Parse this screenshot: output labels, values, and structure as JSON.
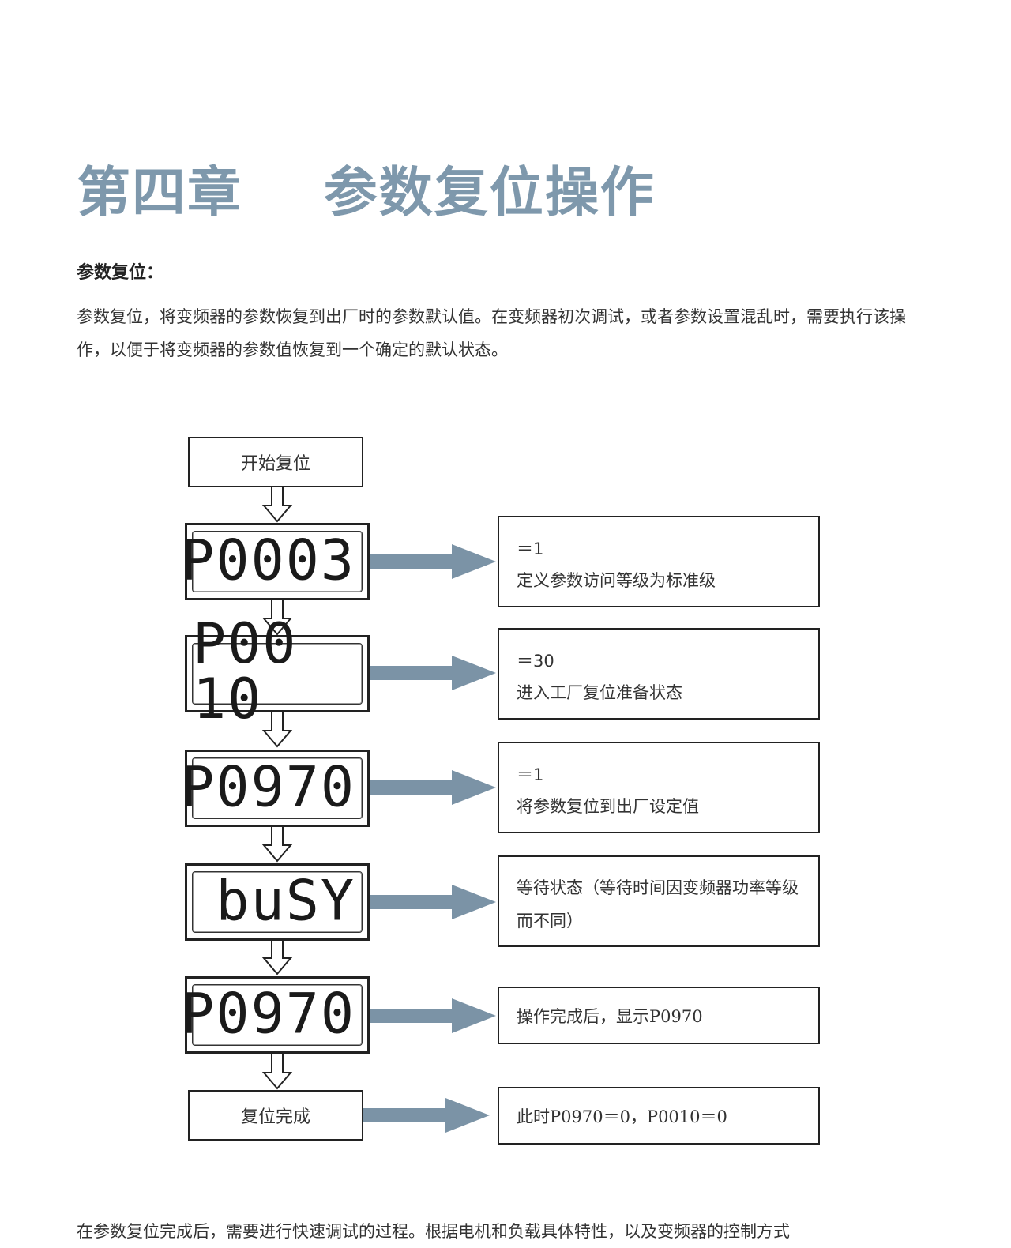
{
  "chapter_title": "第四章    参数复位操作",
  "section_heading": "参数复位：",
  "intro_text": "参数复位，将变频器的参数恢复到出厂时的参数默认值。在变频器初次调试，或者参数设置混乱时，需要执行该操作，以便于将变频器的参数值恢复到一个确定的默认状态。",
  "flowchart": {
    "start_label": "开始复位",
    "end_label": "复位完成",
    "steps": [
      {
        "display": "P0003",
        "value": "＝1",
        "desc": "定义参数访问等级为标准级"
      },
      {
        "display": "P00 10",
        "value": "＝30",
        "desc": "进入工厂复位准备状态"
      },
      {
        "display": "P0970",
        "value": "＝1",
        "desc": "将参数复位到出厂设定值"
      },
      {
        "display": "buSY",
        "desc": "等待状态（等待时间因变频器功率等级而不同）"
      },
      {
        "display": "P0970",
        "desc": "操作完成后，显示P0970"
      }
    ],
    "end_desc": "此时P0970＝0，P0010＝0"
  },
  "colors": {
    "title": "#7e98ac",
    "arrow": "#7b93a6"
  },
  "outro_text": "在参数复位完成后，需要进行快速调试的过程。根据电机和负载具体特性，以及变频器的控制方式"
}
